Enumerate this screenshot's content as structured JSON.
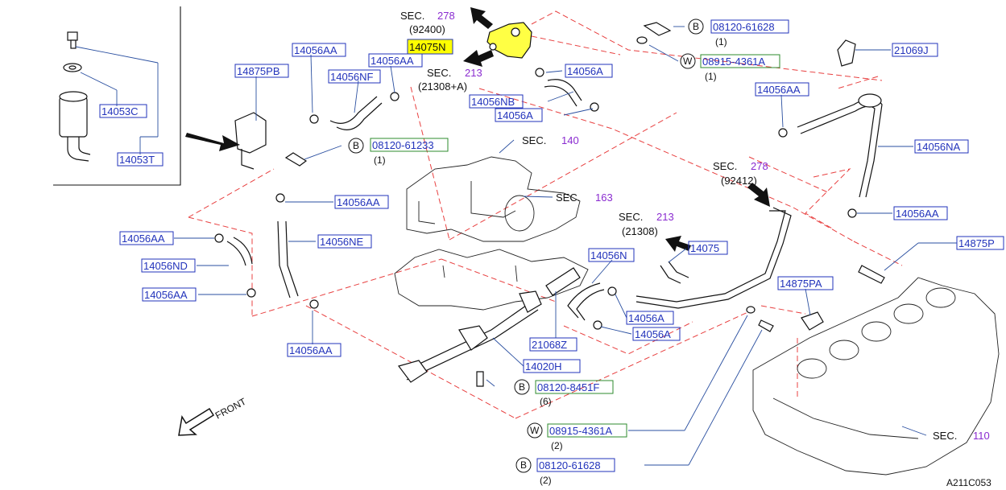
{
  "highlight_color": "#ffff00",
  "part_label_color": "#2233bb",
  "section_number_color": "#8a2bd0",
  "dashed_line_color": "#e84040",
  "figure_code": "A211C053",
  "front_label": "FRONT",
  "sections": [
    {
      "prefix": "SEC.",
      "num": "278",
      "ref": "(92400)"
    },
    {
      "prefix": "SEC.",
      "num": "213",
      "ref": "(21308+A)"
    },
    {
      "prefix": "SEC.",
      "num": "140",
      "ref": ""
    },
    {
      "prefix": "SEC.",
      "num": "163",
      "ref": ""
    },
    {
      "prefix": "SEC.",
      "num": "278",
      "ref": "(92412)"
    },
    {
      "prefix": "SEC.",
      "num": "213",
      "ref": "(21308)"
    },
    {
      "prefix": "SEC.",
      "num": "110",
      "ref": ""
    }
  ],
  "parts": [
    {
      "code": "14075N",
      "highlighted": true
    },
    {
      "code": "14056AA"
    },
    {
      "code": "14056AA"
    },
    {
      "code": "14875PB"
    },
    {
      "code": "14056NF"
    },
    {
      "code": "14053C"
    },
    {
      "code": "14053T"
    },
    {
      "code": "14056A"
    },
    {
      "code": "14056NB"
    },
    {
      "code": "14056A"
    },
    {
      "code": "21069J"
    },
    {
      "code": "14056AA"
    },
    {
      "code": "14056NA"
    },
    {
      "code": "14056AA"
    },
    {
      "code": "14056AA"
    },
    {
      "code": "14056AA"
    },
    {
      "code": "14056NE"
    },
    {
      "code": "14056ND"
    },
    {
      "code": "14056AA"
    },
    {
      "code": "14056AA"
    },
    {
      "code": "14075"
    },
    {
      "code": "14056N"
    },
    {
      "code": "14875P"
    },
    {
      "code": "14875PA"
    },
    {
      "code": "14056A"
    },
    {
      "code": "14056A"
    },
    {
      "code": "21068Z"
    },
    {
      "code": "14020H"
    }
  ],
  "fasteners": [
    {
      "symbol": "B",
      "code": "08120-61628",
      "qty": "(1)"
    },
    {
      "symbol": "W",
      "code": "08915-4361A",
      "qty": "(1)"
    },
    {
      "symbol": "B",
      "code": "08120-61233",
      "qty": "(1)"
    },
    {
      "symbol": "B",
      "code": "08120-8451F",
      "qty": "(6)"
    },
    {
      "symbol": "W",
      "code": "08915-4361A",
      "qty": "(2)"
    },
    {
      "symbol": "B",
      "code": "08120-61628",
      "qty": "(2)"
    }
  ]
}
